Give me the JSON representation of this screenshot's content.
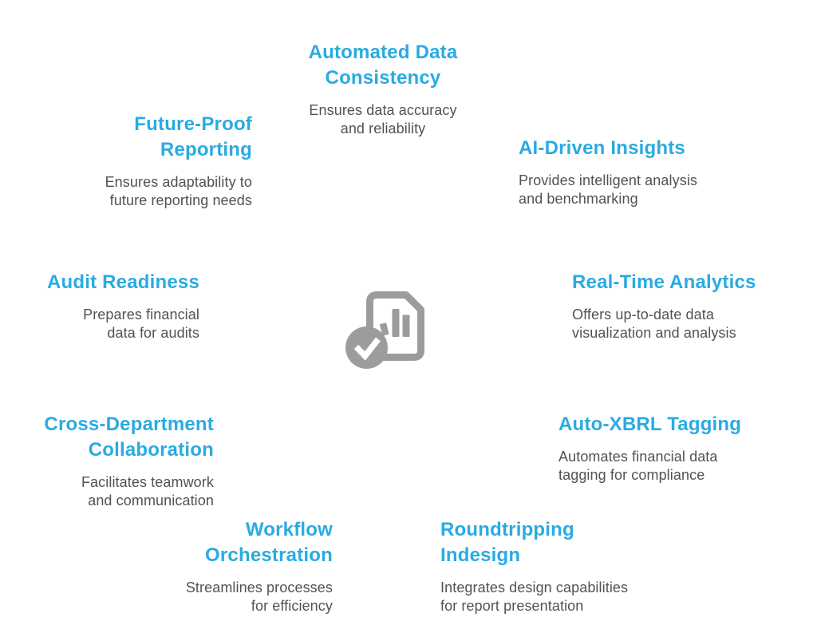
{
  "colors": {
    "heading_blue": "#29ABE2",
    "body_gray": "#515254",
    "icon_gray": "#9C9C9C",
    "check_white": "#FFFFFF",
    "background": "#FFFFFF"
  },
  "center_icon": {
    "name": "financial-report-check-icon",
    "parts": [
      "document-icon",
      "bar-chart-icon",
      "checkmark-circle-icon"
    ]
  },
  "features": [
    {
      "id": "automated-data-consistency",
      "title": "Automated Data\nConsistency",
      "description": "Ensures data accuracy\nand reliability",
      "align": "center"
    },
    {
      "id": "future-proof-reporting",
      "title": "Future-Proof\nReporting",
      "description": "Ensures adaptability to\nfuture reporting needs",
      "align": "right"
    },
    {
      "id": "ai-driven-insights",
      "title": "AI-Driven Insights",
      "description": "Provides intelligent analysis\nand benchmarking",
      "align": "left"
    },
    {
      "id": "audit-readiness",
      "title": "Audit Readiness",
      "description": "Prepares financial\ndata for audits",
      "align": "right"
    },
    {
      "id": "real-time-analytics",
      "title": "Real-Time Analytics",
      "description": "Offers up-to-date data\nvisualization and analysis",
      "align": "left"
    },
    {
      "id": "cross-department-collaboration",
      "title": "Cross-Department\nCollaboration",
      "description": "Facilitates teamwork\nand communication",
      "align": "right"
    },
    {
      "id": "auto-xbrl-tagging",
      "title": "Auto-XBRL Tagging",
      "description": "Automates financial data\ntagging for compliance",
      "align": "left"
    },
    {
      "id": "workflow-orchestration",
      "title": "Workflow\nOrchestration",
      "description": "Streamlines processes\nfor efficiency",
      "align": "right"
    },
    {
      "id": "roundtripping-indesign",
      "title": "Roundtripping\nIndesign",
      "description": "Integrates design capabilities\nfor report presentation",
      "align": "left"
    }
  ]
}
